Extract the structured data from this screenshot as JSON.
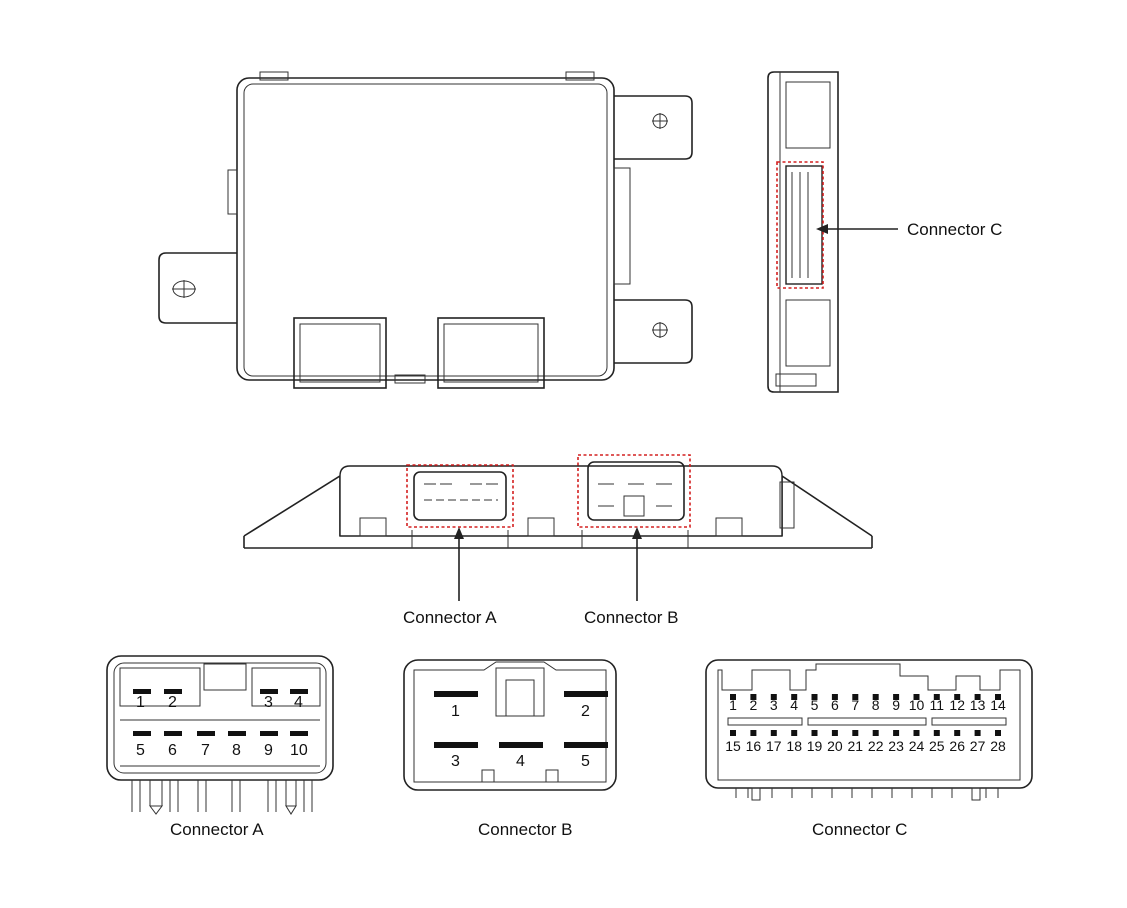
{
  "callouts": {
    "connector_c": "Connector C",
    "connector_a": "Connector A",
    "connector_b": "Connector B"
  },
  "connector_a": {
    "caption": "Connector A",
    "pins": [
      "1",
      "2",
      "3",
      "4",
      "5",
      "6",
      "7",
      "8",
      "9",
      "10"
    ]
  },
  "connector_b": {
    "caption": "Connector B",
    "pins": [
      "1",
      "2",
      "3",
      "4",
      "5"
    ]
  },
  "connector_c": {
    "caption": "Connector C",
    "pins_top": [
      "1",
      "2",
      "3",
      "4",
      "5",
      "6",
      "7",
      "8",
      "9",
      "10",
      "11",
      "12",
      "13",
      "14"
    ],
    "pins_bottom": [
      "15",
      "16",
      "17",
      "18",
      "19",
      "20",
      "21",
      "22",
      "23",
      "24",
      "25",
      "26",
      "27",
      "28"
    ]
  },
  "colors": {
    "line": "#222222",
    "highlight": "#d42020"
  }
}
